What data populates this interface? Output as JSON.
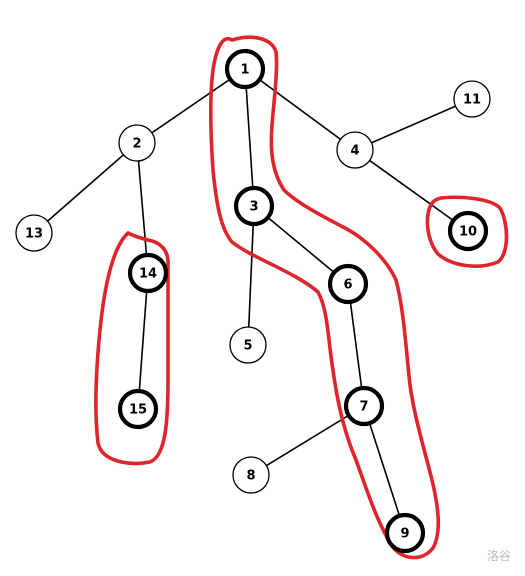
{
  "nodes": [
    {
      "id": "1",
      "label": "1",
      "emphasized": true
    },
    {
      "id": "2",
      "label": "2",
      "emphasized": false
    },
    {
      "id": "3",
      "label": "3",
      "emphasized": true
    },
    {
      "id": "4",
      "label": "4",
      "emphasized": false
    },
    {
      "id": "5",
      "label": "5",
      "emphasized": false
    },
    {
      "id": "6",
      "label": "6",
      "emphasized": true
    },
    {
      "id": "7",
      "label": "7",
      "emphasized": true
    },
    {
      "id": "8",
      "label": "8",
      "emphasized": false
    },
    {
      "id": "9",
      "label": "9",
      "emphasized": true
    },
    {
      "id": "10",
      "label": "10",
      "emphasized": true
    },
    {
      "id": "11",
      "label": "11",
      "emphasized": false
    },
    {
      "id": "13",
      "label": "13",
      "emphasized": false
    },
    {
      "id": "14",
      "label": "14",
      "emphasized": true
    },
    {
      "id": "15",
      "label": "15",
      "emphasized": true
    }
  ],
  "edges": [
    [
      "1",
      "2"
    ],
    [
      "1",
      "3"
    ],
    [
      "1",
      "4"
    ],
    [
      "2",
      "13"
    ],
    [
      "2",
      "14"
    ],
    [
      "14",
      "15"
    ],
    [
      "3",
      "5"
    ],
    [
      "3",
      "6"
    ],
    [
      "6",
      "7"
    ],
    [
      "7",
      "8"
    ],
    [
      "7",
      "9"
    ],
    [
      "4",
      "11"
    ],
    [
      "4",
      "10"
    ]
  ],
  "highlighted_chains": [
    [
      "1",
      "3",
      "6",
      "7",
      "9"
    ],
    [
      "14",
      "15"
    ],
    [
      "10"
    ]
  ],
  "colors": {
    "highlight": "#e0242c",
    "node_stroke": "#000000",
    "node_fill": "#ffffff",
    "watermark": "#b8b8b8"
  },
  "watermark": "洛谷"
}
